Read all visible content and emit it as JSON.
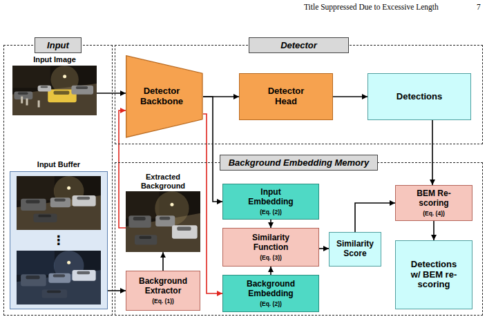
{
  "diagram": {
    "nodes": [
      {
        "text": [
          "Input"
        ]
      },
      {
        "text": [
          "Input Image"
        ],
        "in": 0
      },
      {
        "text": [
          "Input Buffer",
          "⋮"
        ],
        "in": 0
      },
      {
        "text": [
          "Detector"
        ]
      },
      {
        "text": [
          "Detector Backbone"
        ],
        "in": 3
      },
      {
        "text": [
          "Detector Head"
        ],
        "in": 3
      },
      {
        "text": [
          "Detections"
        ],
        "in": 3
      },
      {
        "text": [
          "Background Embedding Memory"
        ]
      },
      {
        "text": [
          "Extracted Background"
        ],
        "in": 7
      },
      {
        "text": [
          "Input Embedding",
          "(Eq. (2))"
        ],
        "in": 7
      },
      {
        "text": [
          "Similarity Function",
          "(Eq. (3))"
        ],
        "in": 7
      },
      {
        "text": [
          "Similarity Score"
        ],
        "in": 7
      },
      {
        "text": [
          "BEM Re-scoring",
          "(Eq. (4))"
        ],
        "in": 7
      },
      {
        "text": [
          "Background Extractor",
          "(Eq. (1))"
        ],
        "in": 7
      },
      {
        "text": [
          "Background Embedding",
          "(Eq. (2))"
        ],
        "in": 7
      },
      {
        "text": [
          "Detections w/ BEM re-scoring"
        ],
        "in": 7
      }
    ],
    "edges": [
      {
        "from": 1,
        "to": 4,
        "arrow": "to"
      },
      {
        "from": 4,
        "to": 5,
        "arrow": "to"
      },
      {
        "from": 5,
        "to": 6,
        "arrow": "to"
      },
      {
        "from": 4,
        "to": 9,
        "arrow": "to"
      },
      {
        "from": 4,
        "to": 14,
        "arrow": "to"
      },
      {
        "from": 8,
        "to": 4,
        "arrow": "to"
      },
      {
        "from": 2,
        "to": 13,
        "arrow": "to"
      },
      {
        "from": 13,
        "to": 8,
        "arrow": "to"
      },
      {
        "from": 9,
        "to": 10,
        "arrow": "to"
      },
      {
        "from": 14,
        "to": 10,
        "arrow": "to"
      },
      {
        "from": 10,
        "to": 11,
        "arrow": "to"
      },
      {
        "from": 11,
        "to": 12,
        "arrow": "to"
      },
      {
        "from": 6,
        "to": 12,
        "arrow": "to"
      },
      {
        "from": 12,
        "to": 15,
        "arrow": "to"
      }
    ],
    "labels": [
      "Title Suppressed Due to Excessive Length",
      "7"
    ]
  }
}
